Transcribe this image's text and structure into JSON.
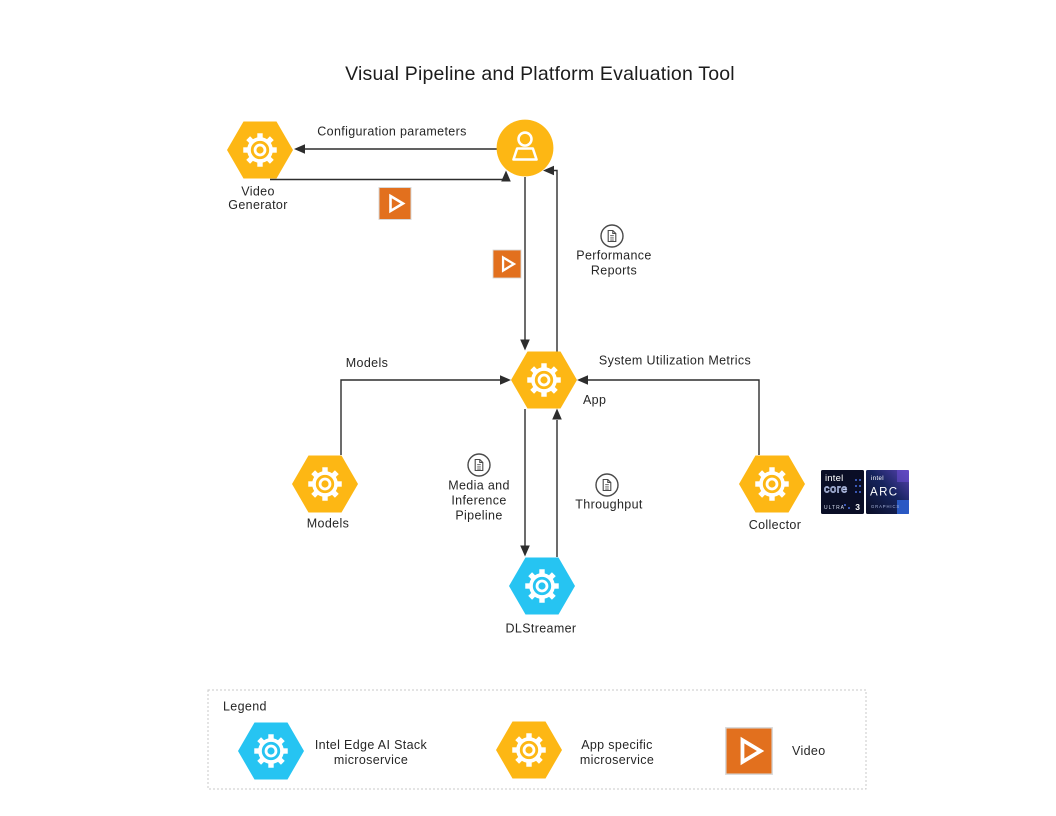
{
  "title": "Visual Pipeline and Platform Evaluation Tool",
  "colors": {
    "amber": "#FDB714",
    "cyan": "#26C4F2",
    "orange": "#E2701E",
    "line": "#2D2D2D",
    "badge_navy": "#0A0E26"
  },
  "icons": {
    "gear-icon": "⚙",
    "user-icon": "👤",
    "document-icon": "📄",
    "video-play-icon": "▶"
  },
  "nodes": {
    "video_generator": {
      "label": [
        "Video",
        "Generator"
      ]
    },
    "app": {
      "label": "App"
    },
    "models": {
      "label": "Models"
    },
    "collector": {
      "label": "Collector"
    },
    "dlstreamer": {
      "label": "DLStreamer"
    }
  },
  "edge_labels": {
    "configuration_parameters": "Configuration parameters",
    "models": "Models",
    "system_utilization_metrics": "System Utilization Metrics"
  },
  "artifact_labels": {
    "performance_reports": [
      "Performance",
      "Reports"
    ],
    "media_inference_pipeline": [
      "Media and",
      "Inference",
      "Pipeline"
    ],
    "throughput": "Throughput"
  },
  "badges": {
    "core_ultra": {
      "brand": "intel",
      "product": "core",
      "tier": "ULTRA",
      "number": "3"
    },
    "arc": {
      "brand": "intel",
      "product": "ARC",
      "sub": "GRAPHICS"
    }
  },
  "legend": {
    "title": "Legend",
    "items": [
      {
        "label": [
          "Intel Edge AI Stack",
          "microservice"
        ]
      },
      {
        "label": [
          "App specific",
          "microservice"
        ]
      },
      {
        "label": [
          "Video"
        ]
      }
    ]
  }
}
